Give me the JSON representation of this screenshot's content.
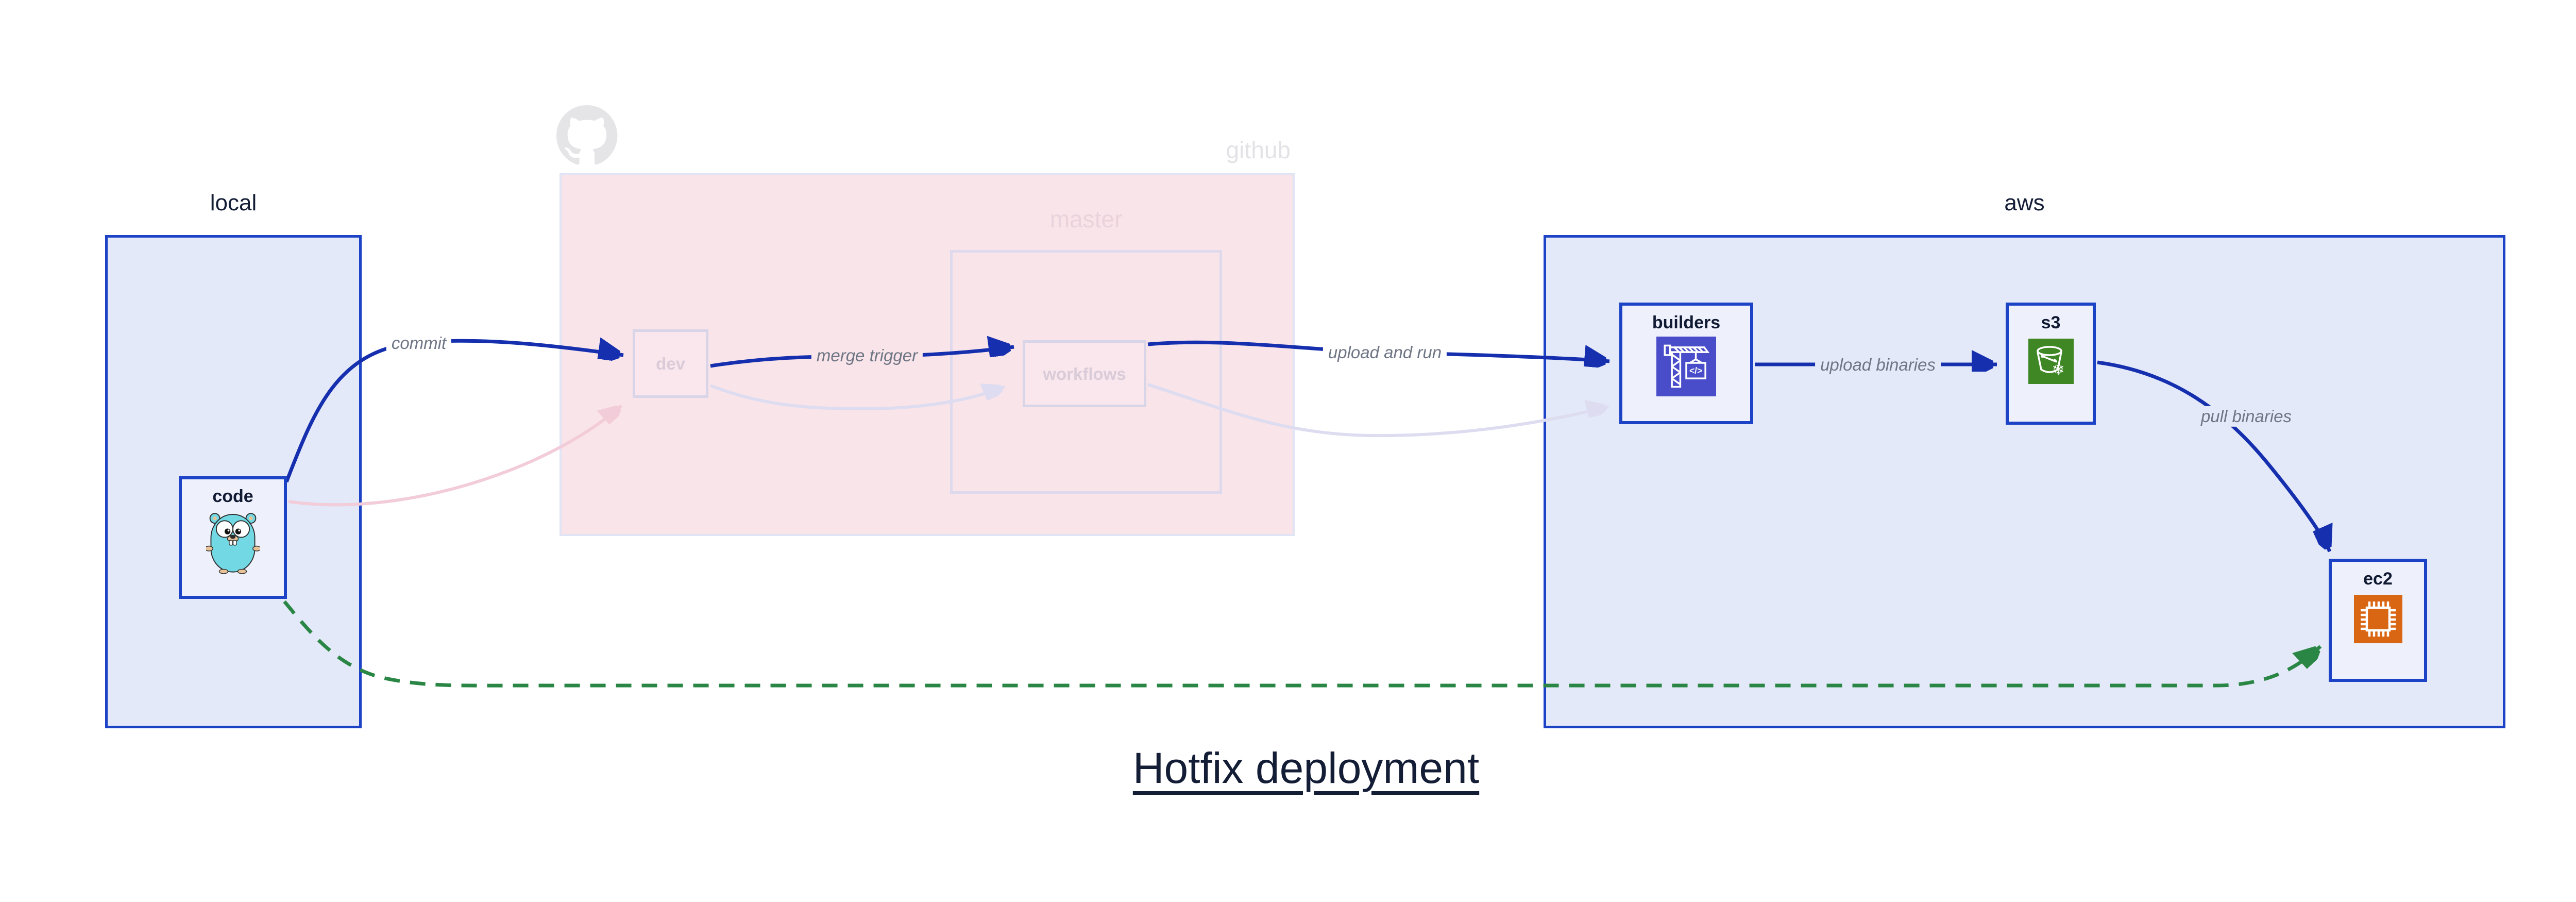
{
  "title": "Hotfix deployment",
  "regions": {
    "local": {
      "label": "local"
    },
    "github": {
      "label": "github"
    },
    "master": {
      "label": "master"
    },
    "aws": {
      "label": "aws"
    }
  },
  "nodes": {
    "code": {
      "label": "code",
      "icon": "gopher-icon"
    },
    "dev": {
      "label": "dev"
    },
    "workflows": {
      "label": "workflows"
    },
    "builders": {
      "label": "builders",
      "icon": "codebuild-crane-icon",
      "icon_glyph": "</>"
    },
    "s3": {
      "label": "s3",
      "icon": "s3-glacier-bucket-icon",
      "icon_glyph": "❄"
    },
    "ec2": {
      "label": "ec2",
      "icon": "ec2-chip-icon"
    }
  },
  "edges": {
    "commit": {
      "label": "commit"
    },
    "merge_trigger": {
      "label": "merge trigger"
    },
    "upload_and_run": {
      "label": "upload and run"
    },
    "upload_binaries": {
      "label": "upload binaries"
    },
    "pull_binaries": {
      "label": "pull binaries"
    },
    "hotfix_path": {
      "label": ""
    }
  },
  "colors": {
    "arrow_blue": "#152fae",
    "box_border_blue": "#1c43c6",
    "region_fill_blue": "#e3e9f8",
    "node_fill": "#eef1fb",
    "github_fill_pink": "#f9e4e9",
    "faded_border": "#d9d5e9",
    "hotfix_green": "#2a8644",
    "faded_pink_arrow": "#f2ccd8",
    "faded_lavender_arrow": "#dddcf0",
    "label_gray": "#6e7584",
    "codebuild_purple": "#4a4dc9",
    "glacier_green": "#3f8624",
    "ec2_orange": "#d86613",
    "octocat_gray": "#e5e5e8",
    "gopher_teal": "#72d9e4"
  }
}
